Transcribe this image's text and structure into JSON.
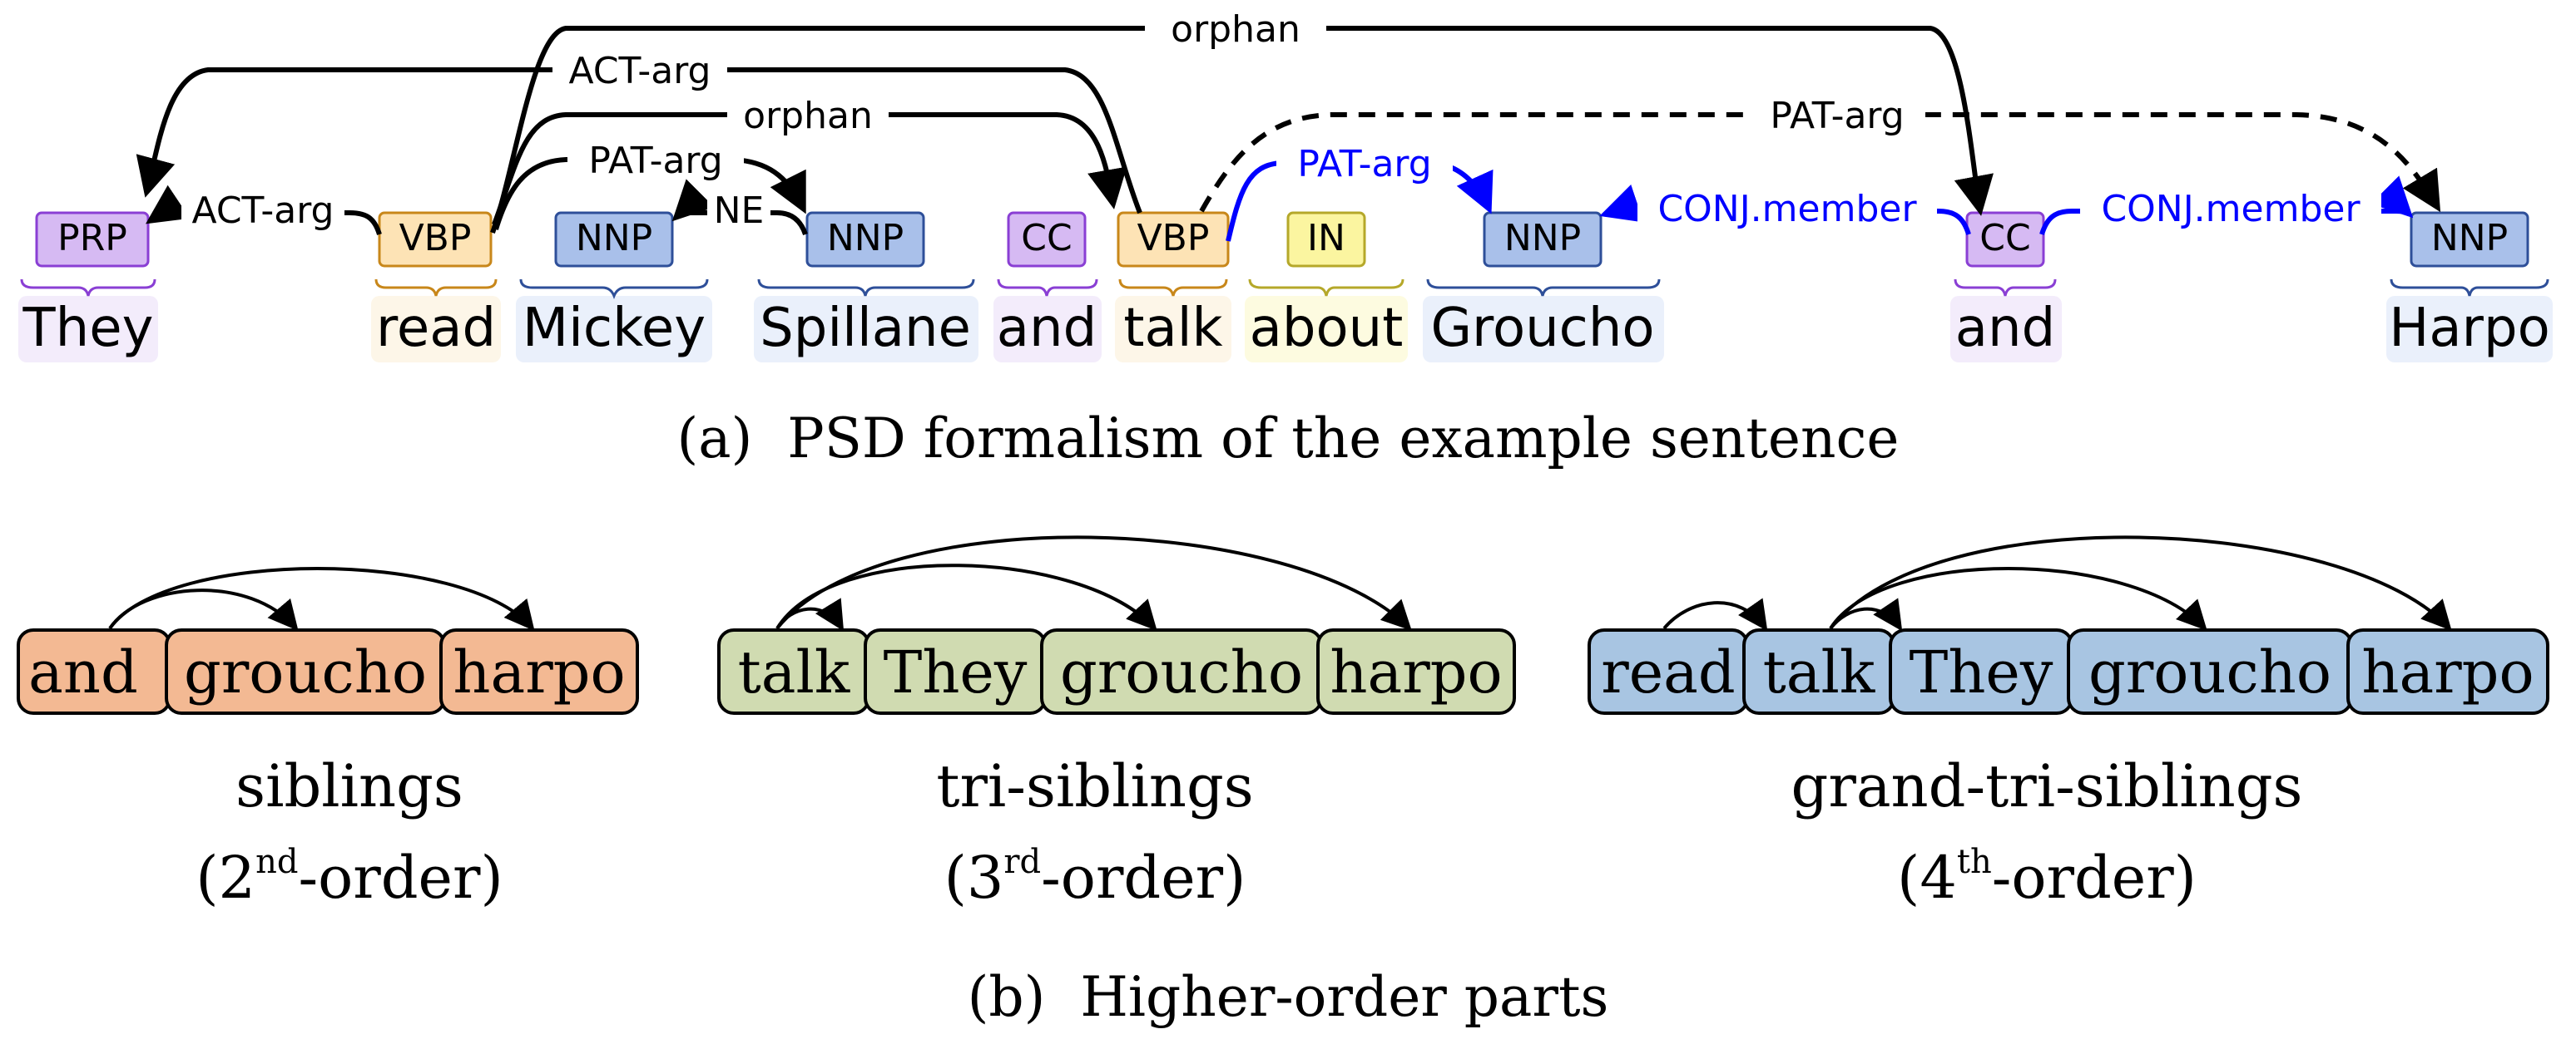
{
  "colors": {
    "PRP": {
      "fill": "#d6baf3",
      "stroke": "#8a3fd4",
      "bg": "#f3ecfb"
    },
    "VBP": {
      "fill": "#fde3b5",
      "stroke": "#c8871a",
      "bg": "#fdf6e8"
    },
    "NNP": {
      "fill": "#a9c0ea",
      "stroke": "#2e4f99",
      "bg": "#eaf0fb"
    },
    "CC": {
      "fill": "#d6baf3",
      "stroke": "#8a3fd4",
      "bg": "#f3ecfb"
    },
    "IN": {
      "fill": "#fbf5a0",
      "stroke": "#b5a82a",
      "bg": "#fdfbe0"
    },
    "part_siblings": {
      "fill": "#f3b993",
      "stroke": "#000000"
    },
    "part_tri": {
      "fill": "#d0dbb1",
      "stroke": "#000000"
    },
    "part_grand": {
      "fill": "#a8c5e2",
      "stroke": "#000000"
    },
    "blue_edge": "#0000ff"
  },
  "psd": {
    "tokens": [
      {
        "word": "They",
        "tag": "PRP"
      },
      {
        "word": "read",
        "tag": "VBP"
      },
      {
        "word": "Mickey",
        "tag": "NNP"
      },
      {
        "word": "Spillane",
        "tag": "NNP"
      },
      {
        "word": "and",
        "tag": "CC"
      },
      {
        "word": "talk",
        "tag": "VBP"
      },
      {
        "word": "about",
        "tag": "IN"
      },
      {
        "word": "Groucho",
        "tag": "NNP"
      },
      {
        "word": "and",
        "tag": "CC"
      },
      {
        "word": "Harpo",
        "tag": "NNP"
      }
    ],
    "edges": [
      {
        "label": "orphan",
        "from": 1,
        "to": 8,
        "style": "solid"
      },
      {
        "label": "ACT-arg",
        "from": 5,
        "to": 0,
        "style": "solid"
      },
      {
        "label": "orphan",
        "from": 1,
        "to": 5,
        "style": "solid"
      },
      {
        "label": "PAT-arg",
        "from": 5,
        "to": 9,
        "style": "dashed"
      },
      {
        "label": "PAT-arg",
        "from": 1,
        "to": 3,
        "style": "solid"
      },
      {
        "label": "ACT-arg",
        "from": 1,
        "to": 0,
        "style": "solid"
      },
      {
        "label": "NE",
        "from": 3,
        "to": 2,
        "style": "solid"
      },
      {
        "label": "PAT-arg",
        "from": 5,
        "to": 7,
        "style": "blue"
      },
      {
        "label": "CONJ.member",
        "from": 8,
        "to": 7,
        "style": "blue"
      },
      {
        "label": "CONJ.member",
        "from": 8,
        "to": 9,
        "style": "blue"
      }
    ],
    "caption": "(a)  PSD formalism of the example sentence"
  },
  "parts": {
    "groups": [
      {
        "tokens": [
          "and",
          "groucho",
          "harpo"
        ],
        "name": "siblings",
        "order_num": "(2",
        "order_sup": "nd",
        "order_rest": "-order)"
      },
      {
        "tokens": [
          "talk",
          "They",
          "groucho",
          "harpo"
        ],
        "name": "tri-siblings",
        "order_num": "(3",
        "order_sup": "rd",
        "order_rest": "-order)"
      },
      {
        "tokens": [
          "read",
          "talk",
          "They",
          "groucho",
          "harpo"
        ],
        "name": "grand-tri-siblings",
        "order_num": "(4",
        "order_sup": "th",
        "order_rest": "-order)"
      }
    ],
    "caption": "(b)  Higher-order parts"
  }
}
